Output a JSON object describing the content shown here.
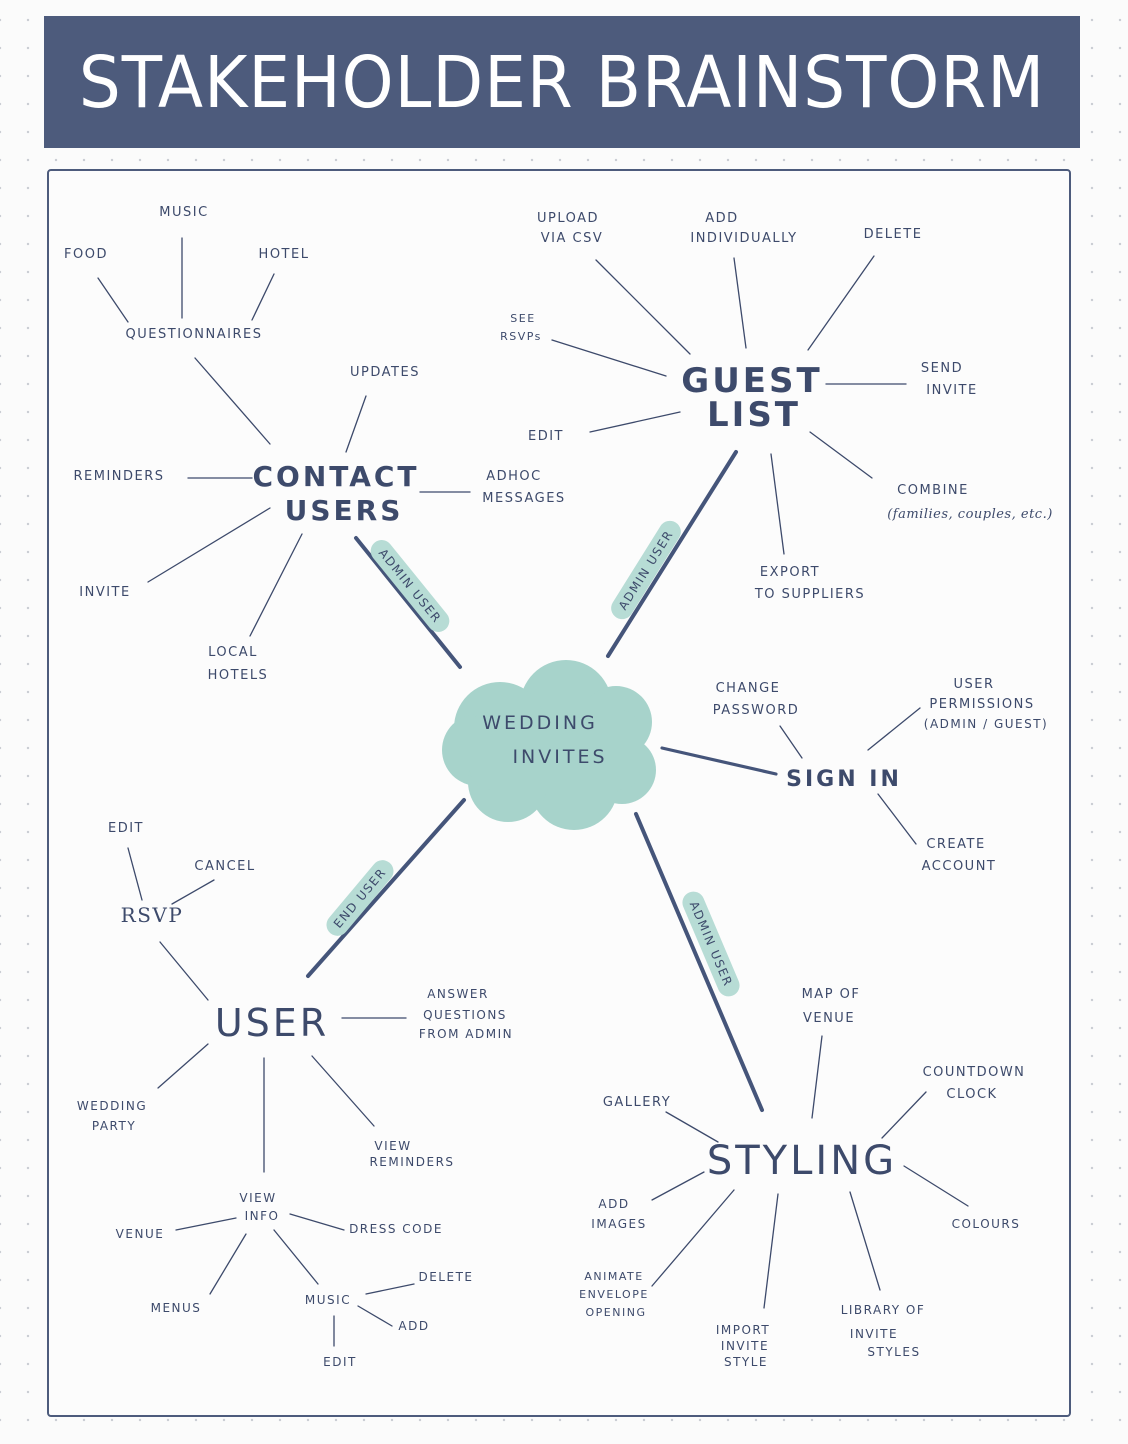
{
  "title": "STAKEHOLDER BRAINSTORM",
  "center": {
    "line1": "WEDDING",
    "line2": "INVITES"
  },
  "hubs": {
    "contact_users": {
      "line1": "CONTACT",
      "line2": "USERS"
    },
    "guest_list": {
      "line1": "GUEST",
      "line2": "LIST"
    },
    "sign_in": {
      "label": "SIGN IN"
    },
    "user": {
      "label": "USER"
    },
    "styling": {
      "label": "STYLING"
    }
  },
  "connectors": {
    "contact_users": "ADMIN USER",
    "guest_list": "ADMIN USER",
    "user": "END USER",
    "styling": "ADMIN USER"
  },
  "labels": {
    "music": "MUSIC",
    "food": "FOOD",
    "hotel": "HOTEL",
    "questionnaires": "QUESTIONNAIRES",
    "updates": "UPDATES",
    "reminders": "REMINDERS",
    "adhoc_1": "ADHOC",
    "adhoc_2": "MESSAGES",
    "invite": "INVITE",
    "local_1": "LOCAL",
    "local_2": "HOTELS",
    "upload_1": "UPLOAD",
    "upload_2": "VIA CSV",
    "add_ind_1": "ADD",
    "add_ind_2": "INDIVIDUALLY",
    "delete_guest": "DELETE",
    "see_1": "SEE",
    "see_2": "RSVPs",
    "send_1": "SEND",
    "send_2": "INVITE",
    "edit_guest": "EDIT",
    "combine_1": "COMBINE",
    "combine_2": "(families, couples, etc.)",
    "export_1": "EXPORT",
    "export_2": "TO SUPPLIERS",
    "change_1": "CHANGE",
    "change_2": "PASSWORD",
    "perm_1": "USER",
    "perm_2": "PERMISSIONS",
    "perm_3": "(ADMIN / GUEST)",
    "create_1": "CREATE",
    "create_2": "ACCOUNT",
    "edit_rsvp": "EDIT",
    "cancel": "CANCEL",
    "rsvp": "RSVP",
    "answer_1": "ANSWER",
    "answer_2": "QUESTIONS",
    "answer_3": "FROM ADMIN",
    "wedding_1": "WEDDING",
    "wedding_2": "PARTY",
    "view_rem_1": "VIEW",
    "view_rem_2": "REMINDERS",
    "view_info_1": "VIEW",
    "view_info_2": "INFO",
    "venue": "VENUE",
    "dress": "DRESS CODE",
    "menus": "MENUS",
    "music_user": "MUSIC",
    "delete_music": "DELETE",
    "add_music": "ADD",
    "edit_music": "EDIT",
    "map_1": "MAP OF",
    "map_2": "VENUE",
    "countdown_1": "COUNTDOWN",
    "countdown_2": "CLOCK",
    "gallery": "GALLERY",
    "add_img_1": "ADD",
    "add_img_2": "IMAGES",
    "colours": "COLOURS",
    "animate_1": "ANIMATE",
    "animate_2": "ENVELOPE",
    "animate_3": "OPENING",
    "import_1": "IMPORT",
    "import_2": "INVITE",
    "import_3": "STYLE",
    "library_1": "LIBRARY OF",
    "library_2": "INVITE",
    "library_3": "STYLES"
  },
  "colors": {
    "banner": "#4d5b7c",
    "cloud": "#a7d3cb",
    "ink": "#3d4a6b",
    "tag": "#b7dcd5"
  }
}
